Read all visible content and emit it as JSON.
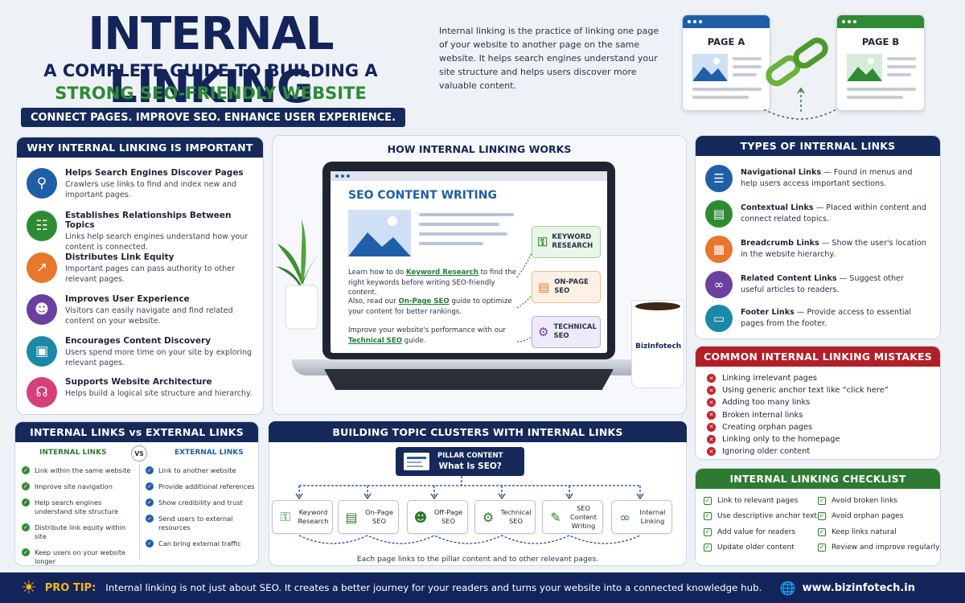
{
  "header": {
    "title": "INTERNAL LINKING",
    "subtitle_line1": "A COMPLETE GUIDE TO BUILDING A",
    "subtitle_line2": "STRONG SEO-FRIENDLY WEBSITE STRUCTURE",
    "tagline": "CONNECT PAGES. IMPROVE SEO. ENHANCE USER EXPERIENCE.",
    "intro": "Internal linking is the practice of linking one page of your website to another page on the same website. It helps search engines understand your site structure and helps users discover more valuable content.",
    "page_a": "PAGE A",
    "page_b": "PAGE B"
  },
  "why": {
    "heading": "WHY INTERNAL LINKING IS IMPORTANT",
    "items": [
      {
        "title": "Helps Search Engines Discover Pages",
        "desc": "Crawlers use links to find and index new and important pages.",
        "icon": "search-icon",
        "color": "#1f5fa8"
      },
      {
        "title": "Establishes Relationships Between Topics",
        "desc": "Links help search engines understand how your content is connected.",
        "icon": "sitemap-icon",
        "color": "#2e8b34"
      },
      {
        "title": "Distributes Link Equity",
        "desc": "Important pages can pass authority to other relevant pages.",
        "icon": "chart-icon",
        "color": "#e8762b"
      },
      {
        "title": "Improves User Experience",
        "desc": "Visitors can easily navigate and find related content on your website.",
        "icon": "user-icon",
        "color": "#6b3fa0"
      },
      {
        "title": "Encourages Content Discovery",
        "desc": "Users spend more time on your site by exploring relevant pages.",
        "icon": "monitor-icon",
        "color": "#1c88a8"
      },
      {
        "title": "Supports Website Architecture",
        "desc": "Helps build a logical site structure and hierarchy.",
        "icon": "structure-icon",
        "color": "#d63f78"
      }
    ]
  },
  "how": {
    "heading": "HOW INTERNAL LINKING WORKS",
    "screen_title": "SEO CONTENT WRITING",
    "p1_pre": "Learn how to do ",
    "p1_link": "Keyword Research",
    "p1_post": " to find the right keywords before writing SEO-friendly content.",
    "p2_pre": "Also, read our ",
    "p2_link": "On-Page SEO",
    "p2_post": " guide to optimize your content for better rankings.",
    "p3_pre": "Improve your website's performance with our ",
    "p3_link": "Technical SEO",
    "p3_post": " guide.",
    "tags": [
      "KEYWORD RESEARCH",
      "ON-PAGE SEO",
      "TECHNICAL SEO"
    ],
    "mug_brand": "BizInfotech"
  },
  "types": {
    "heading": "TYPES OF INTERNAL LINKS",
    "items": [
      {
        "name": "Navigational Links",
        "desc": " — Found in menus and help users access important sections.",
        "icon": "menu-icon",
        "color": "#1f5fa8"
      },
      {
        "name": "Contextual Links",
        "desc": " — Placed within content and connect related topics.",
        "icon": "document-icon",
        "color": "#2e8b34"
      },
      {
        "name": "Breadcrumb Links",
        "desc": " — Show the user's location in the website hierarchy.",
        "icon": "breadcrumb-icon",
        "color": "#e8762b"
      },
      {
        "name": "Related Content Links",
        "desc": " — Suggest other useful articles to readers.",
        "icon": "link-icon",
        "color": "#6b3fa0"
      },
      {
        "name": "Footer Links",
        "desc": " — Provide access to essential pages from the footer.",
        "icon": "footer-icon",
        "color": "#1c88a8"
      }
    ]
  },
  "mistakes": {
    "heading": "COMMON INTERNAL LINKING MISTAKES",
    "items": [
      "Linking irrelevant pages",
      "Using generic anchor text like “click here”",
      "Adding too many links",
      "Broken internal links",
      "Creating orphan pages",
      "Linking only to the homepage",
      "Ignoring older content"
    ]
  },
  "compare": {
    "heading": "INTERNAL LINKS vs EXTERNAL LINKS",
    "vs": "VS",
    "internal_title": "INTERNAL LINKS",
    "external_title": "EXTERNAL LINKS",
    "internal": [
      "Link within the same website",
      "Improve site navigation",
      "Help search engines understand site structure",
      "Distribute link equity within site",
      "Keep users on your website longer"
    ],
    "external": [
      "Link to another website",
      "Provide additional references",
      "Show credibility and trust",
      "Send users to external resources",
      "Can bring external traffic"
    ]
  },
  "clusters": {
    "heading": "BUILDING TOPIC CLUSTERS WITH INTERNAL LINKS",
    "pillar_label": "PILLAR CONTENT",
    "pillar_title": "What Is SEO?",
    "topics": [
      {
        "label": "Keyword Research",
        "icon": "key-icon"
      },
      {
        "label": "On-Page SEO",
        "icon": "page-icon"
      },
      {
        "label": "Off-Page SEO",
        "icon": "people-icon"
      },
      {
        "label": "Technical SEO",
        "icon": "gear-icon"
      },
      {
        "label": "SEO Content Writing",
        "icon": "pen-icon"
      },
      {
        "label": "Internal Linking",
        "icon": "link-icon"
      }
    ],
    "caption": "Each page links to the pillar content and to other relevant pages."
  },
  "checklist": {
    "heading": "INTERNAL LINKING CHECKLIST",
    "col1": [
      "Link to relevant pages",
      "Use descriptive anchor text",
      "Add value for readers",
      "Update older content"
    ],
    "col2": [
      "Avoid broken links",
      "Avoid orphan pages",
      "Keep links natural",
      "Review and improve regularly"
    ]
  },
  "footer": {
    "label": "PRO TIP:",
    "text": "Internal linking is not just about SEO. It creates a better journey for your readers and turns your website into a connected knowledge hub.",
    "website": "www.bizinfotech.in"
  }
}
